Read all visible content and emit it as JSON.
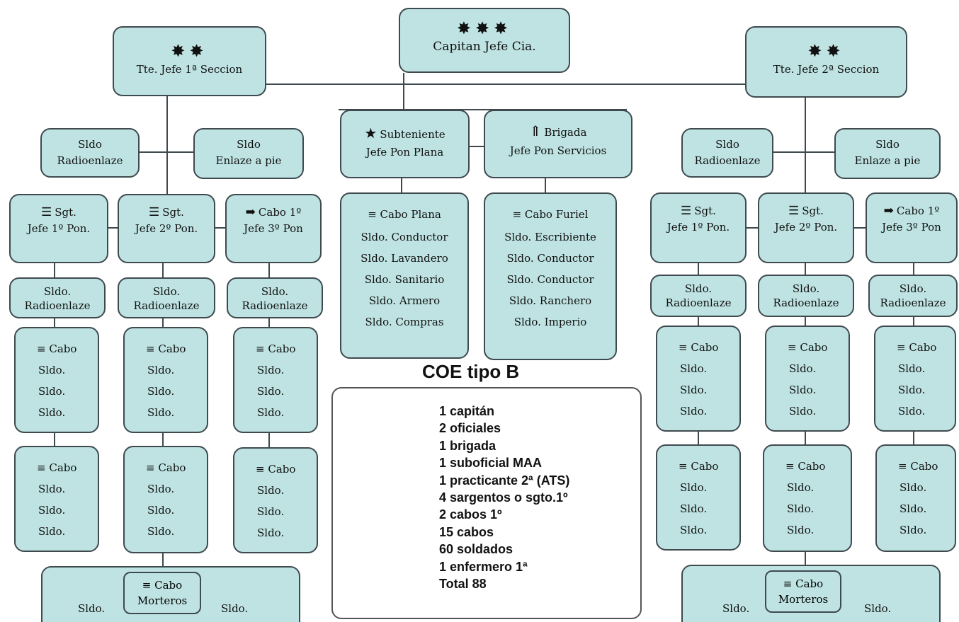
{
  "captain": {
    "stars": "✸✸✸",
    "title": "Capitan Jefe Cia."
  },
  "left_section": {
    "lt": {
      "stars": "✸✸",
      "title": "Tte. Jefe 1ª Seccion"
    },
    "radio": {
      "l1": "Sldo",
      "l2": "Radioenlaze"
    },
    "pie": {
      "l1": "Sldo",
      "l2": "Enlaze a pie"
    },
    "squads": [
      {
        "insignia": "☰",
        "rank": "Sgt.",
        "role": "Jefe 1º Pon.",
        "radio1": "Sldo.",
        "radio2": "Radioenlaze",
        "cabo1": {
          "label": "≡ Cabo",
          "soldiers": [
            "Sldo.",
            "Sldo.",
            "Sldo."
          ]
        },
        "cabo2": {
          "label": "≡ Cabo",
          "soldiers": [
            "Sldo.",
            "Sldo.",
            "Sldo."
          ]
        }
      },
      {
        "insignia": "☰",
        "rank": "Sgt.",
        "role": "Jefe 2º Pon.",
        "radio1": "Sldo.",
        "radio2": "Radioenlaze",
        "cabo1": {
          "label": "≡ Cabo",
          "soldiers": [
            "Sldo.",
            "Sldo.",
            "Sldo."
          ]
        },
        "cabo2": {
          "label": "≡ Cabo",
          "soldiers": [
            "Sldo.",
            "Sldo.",
            "Sldo."
          ]
        }
      },
      {
        "insignia": "➡",
        "rank": "Cabo 1º",
        "role": "Jefe 3º Pon",
        "radio1": "Sldo.",
        "radio2": "Radioenlaze",
        "cabo1": {
          "label": "≡ Cabo",
          "soldiers": [
            "Sldo.",
            "Sldo.",
            "Sldo."
          ]
        },
        "cabo2": {
          "label": "≡ Cabo",
          "soldiers": [
            "Sldo.",
            "Sldo.",
            "Sldo."
          ]
        }
      }
    ],
    "mortars": {
      "label": "≡ Cabo",
      "label2": "Morteros",
      "left": "Sldo.",
      "right": "Sldo."
    }
  },
  "right_section": {
    "lt": {
      "stars": "✸✸",
      "title": "Tte. Jefe 2ª Seccion"
    },
    "radio": {
      "l1": "Sldo",
      "l2": "Radioenlaze"
    },
    "pie": {
      "l1": "Sldo",
      "l2": "Enlaze a pie"
    },
    "squads": [
      {
        "insignia": "☰",
        "rank": "Sgt.",
        "role": "Jefe 1º Pon.",
        "radio1": "Sldo.",
        "radio2": "Radioenlaze",
        "cabo1": {
          "label": "≡ Cabo",
          "soldiers": [
            "Sldo.",
            "Sldo.",
            "Sldo."
          ]
        },
        "cabo2": {
          "label": "≡ Cabo",
          "soldiers": [
            "Sldo.",
            "Sldo.",
            "Sldo."
          ]
        }
      },
      {
        "insignia": "☰",
        "rank": "Sgt.",
        "role": "Jefe 2º Pon.",
        "radio1": "Sldo.",
        "radio2": "Radioenlaze",
        "cabo1": {
          "label": "≡ Cabo",
          "soldiers": [
            "Sldo.",
            "Sldo.",
            "Sldo."
          ]
        },
        "cabo2": {
          "label": "≡ Cabo",
          "soldiers": [
            "Sldo.",
            "Sldo.",
            "Sldo."
          ]
        }
      },
      {
        "insignia": "➡",
        "rank": "Cabo 1º",
        "role": "Jefe 3º Pon",
        "radio1": "Sldo.",
        "radio2": "Radioenlaze",
        "cabo1": {
          "label": "≡ Cabo",
          "soldiers": [
            "Sldo.",
            "Sldo.",
            "Sldo."
          ]
        },
        "cabo2": {
          "label": "≡ Cabo",
          "soldiers": [
            "Sldo.",
            "Sldo.",
            "Sldo."
          ]
        }
      }
    ],
    "mortars": {
      "label": "≡ Cabo",
      "label2": "Morteros",
      "left": "Sldo.",
      "right": "Sldo."
    }
  },
  "center": {
    "subteniente": {
      "insignia": "★",
      "l1": "Subteniente",
      "l2": "Jefe Pon Plana"
    },
    "brigada": {
      "insignia": "⇑",
      "l1": "Brigada",
      "l2": "Jefe Pon Servicios"
    },
    "plana": {
      "head": "≡ Cabo Plana",
      "items": [
        "Sldo. Conductor",
        "Sldo. Lavandero",
        "Sldo. Sanitario",
        "Sldo. Armero",
        "Sldo. Compras"
      ]
    },
    "furiel": {
      "head": "≡ Cabo Furiel",
      "items": [
        "Sldo. Escribiente",
        "Sldo. Conductor",
        "Sldo. Conductor",
        "Sldo. Ranchero",
        "Sldo. Imperio"
      ]
    }
  },
  "summary": {
    "title": "COE tipo B",
    "items": [
      "1 capitán",
      "2 oficiales",
      "1 brigada",
      "1 suboficial MAA",
      "1 practicante 2ª (ATS)",
      "4 sargentos o sgto.1º",
      "2 cabos 1º",
      "15 cabos",
      "60 soldados",
      "1 enfermero 1ª",
      "Total 88"
    ]
  },
  "colors": {
    "box_fill": "#bfe3e3",
    "box_border": "#3f4a4f",
    "line": "#3f4a4f"
  }
}
